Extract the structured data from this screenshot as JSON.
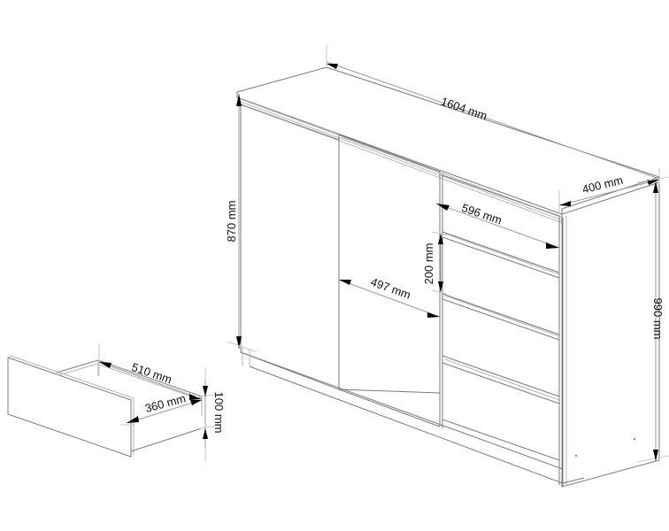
{
  "drawing": {
    "subject": "sideboard with 2 doors and 4 drawers",
    "line_color": "#7a7a7a",
    "arrow_color": "#000000",
    "background": "#ffffff"
  },
  "dimensions": {
    "overall_width": "1604 mm",
    "depth": "400 mm",
    "overall_height": "990 mm",
    "door_height": "870 mm",
    "door_width": "497 mm",
    "drawer_width": "596 mm",
    "drawer_height": "200 mm"
  },
  "drawer_detail": {
    "inner_depth": "510 mm",
    "inner_width": "360 mm",
    "inner_height": "100 mm"
  }
}
